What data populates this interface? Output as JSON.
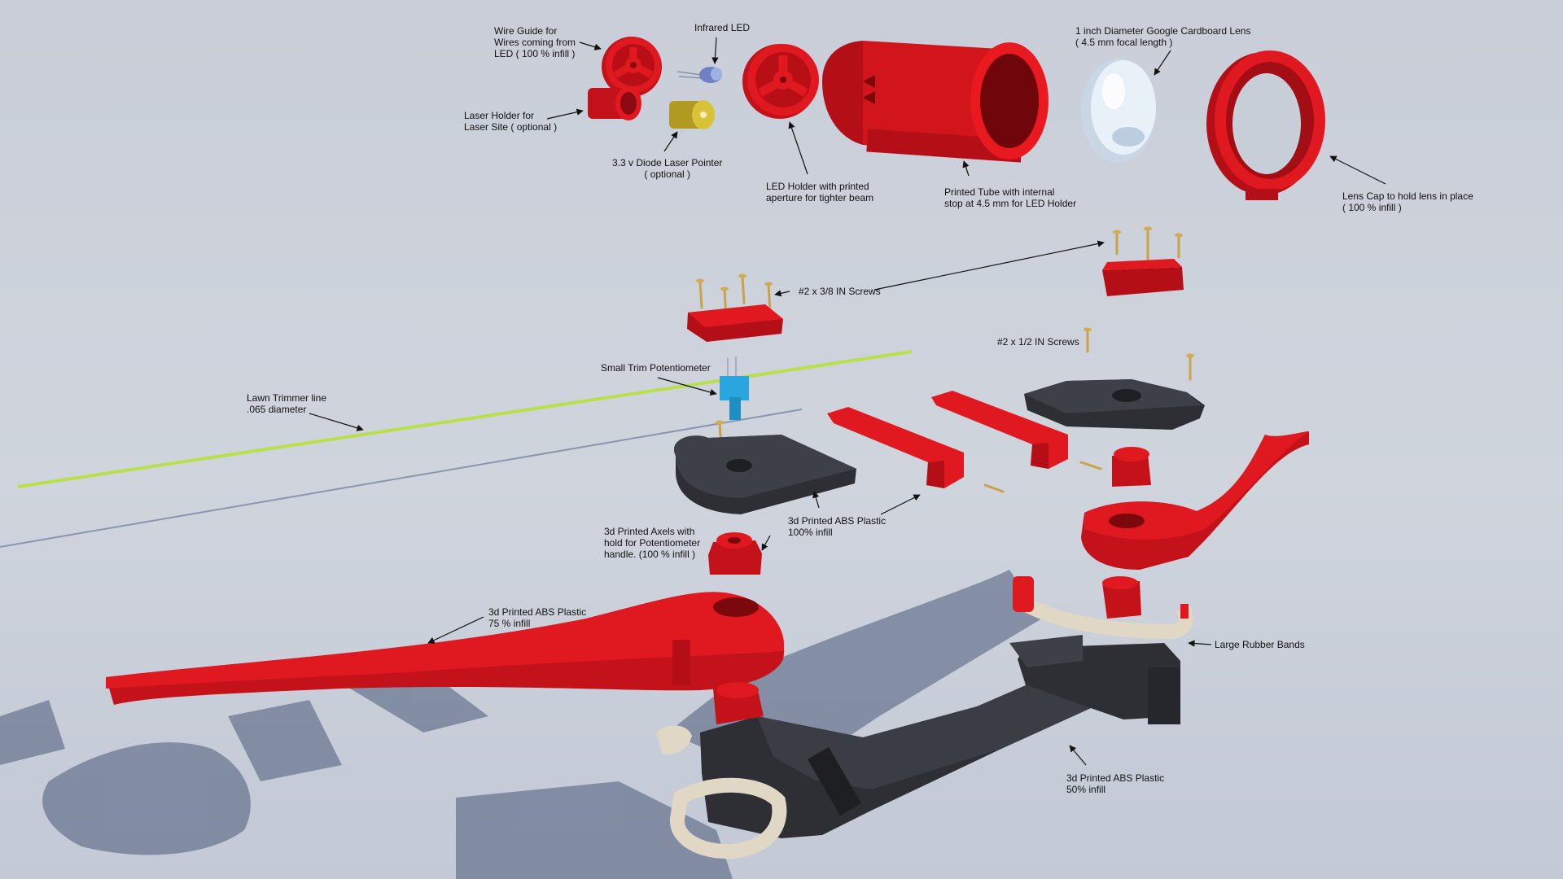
{
  "diagram": {
    "labels": {
      "wire_guide": "Wire Guide for\nWires coming from\nLED ( 100 % infill )",
      "infrared_led": "Infrared LED",
      "laser_holder": "Laser Holder for\nLaser Site ( optional )",
      "diode_laser": "3.3 v Diode Laser Pointer\n( optional )",
      "led_holder": "LED Holder with printed\naperture for tighter beam",
      "printed_tube": "Printed Tube with internal\nstop at 4.5 mm for LED Holder",
      "lens": "1 inch Diameter Google Cardboard Lens\n( 4.5 mm focal length )",
      "lens_cap": "Lens Cap to hold lens in place\n( 100 % infill )",
      "screws_38": "#2 x 3/8 IN Screws",
      "screws_12": "#2 x 1/2 IN Screws",
      "small_trim_pot": "Small Trim Potentiometer",
      "lawn_trimmer": "Lawn Trimmer line\n.065 diameter",
      "axels": "3d Printed Axels with\nhold for Potentiometer\nhandle. (100 % infill )",
      "abs_100": "3d Printed ABS Plastic\n100% infill",
      "abs_75": "3d Printed ABS Plastic\n75 % infill",
      "rubber_bands": "Large Rubber Bands",
      "abs_50": "3d Printed ABS Plastic\n50% infill"
    },
    "colors": {
      "printed_red": "#d9141b",
      "printed_black": "#2d2f34",
      "lens": "#dfe9f3",
      "potentiometer": "#2aa5de",
      "trimmer_line": "#b8e04a",
      "laser_diode": "#c6b12a",
      "rubber_band": "#e0d8c4",
      "screw": "#c9a24a"
    }
  }
}
